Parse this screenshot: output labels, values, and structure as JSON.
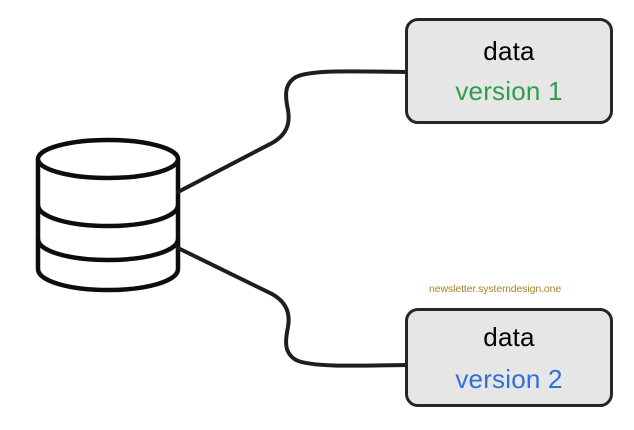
{
  "diagram": {
    "type": "flow-diagram",
    "background_color": "#ffffff",
    "stroke_color": "#1a1a1a",
    "database": {
      "label": "database-cylinder",
      "shape": "cylinder",
      "fill": "#ffffff",
      "band_count": 2
    },
    "nodes": [
      {
        "id": "version-1",
        "title": "data",
        "subtitle": "version 1",
        "title_color": "#000000",
        "subtitle_color": "#2e9e4f",
        "fill": "#e6e6e6",
        "border_color": "#262626"
      },
      {
        "id": "version-2",
        "title": "data",
        "subtitle": "version 2",
        "title_color": "#000000",
        "subtitle_color": "#3070d8",
        "fill": "#e6e6e6",
        "border_color": "#262626"
      }
    ],
    "connectors": [
      {
        "id": "db-to-version-1",
        "from": "database",
        "to": "version-1",
        "style": "curved"
      },
      {
        "id": "db-to-version-2",
        "from": "database",
        "to": "version-2",
        "style": "curved"
      }
    ],
    "watermark": {
      "text": "newsletter.systemdesign.one",
      "color": "#a8822a"
    }
  }
}
